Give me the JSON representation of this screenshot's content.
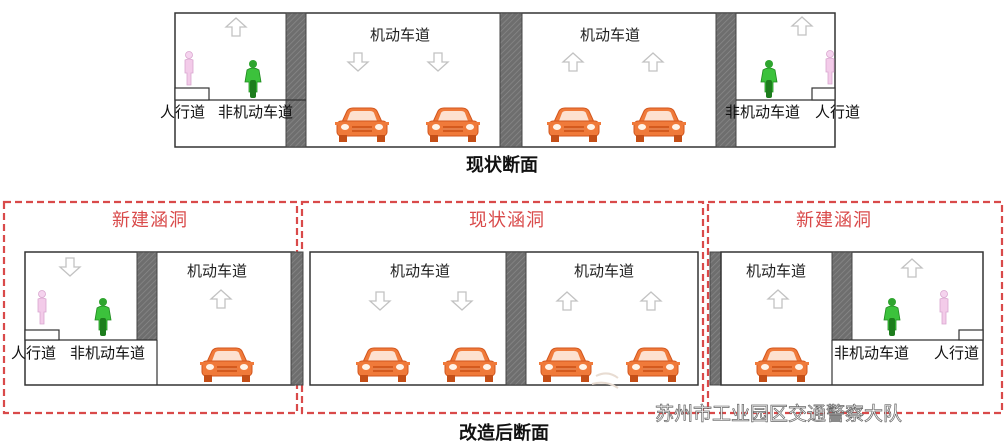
{
  "current_section": {
    "caption": "现状断面",
    "lane_labels": [
      "机动车道",
      "机动车道"
    ],
    "side_labels": [
      "人行道",
      "非机动车道",
      "非机动车道",
      "人行道"
    ]
  },
  "rebuilt_section": {
    "caption": "改造后断面",
    "box_labels": [
      "新建涵洞",
      "现状涵洞",
      "新建涵洞"
    ],
    "lane_labels": [
      "机动车道",
      "机动车道",
      "机动车道",
      "机动车道"
    ],
    "side_labels": [
      "人行道",
      "非机动车道",
      "非机动车道",
      "人行道"
    ]
  },
  "watermark": "苏州市工业园区交通警察大队",
  "colors": {
    "car": "#f07a3a",
    "pillar": "#707070",
    "frame_dash": "#d94a4a",
    "pedestrian": "#f2c8e8",
    "cyclist": "#35b835",
    "arrow": "#c8c8c8"
  },
  "icons": [
    "car-icon",
    "pedestrian-icon",
    "cyclist-icon",
    "arrow-up-icon",
    "arrow-down-icon"
  ]
}
